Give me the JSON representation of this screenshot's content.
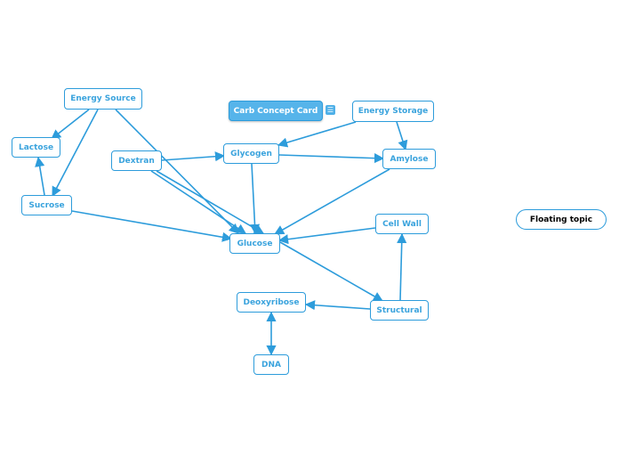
{
  "colors": {
    "edge": "#2d9cdb",
    "node_text": "#3aa3dd",
    "central_fill": "#56b4ea"
  },
  "central": {
    "label": "Carb Concept Card",
    "note_icon": "notes-icon"
  },
  "nodes": {
    "energy_source": "Energy Source",
    "energy_storage": "Energy Storage",
    "lactose": "Lactose",
    "sucrose": "Sucrose",
    "dextran": "Dextran",
    "glycogen": "Glycogen",
    "amylose": "Amylose",
    "glucose": "Glucose",
    "cell_wall": "Cell Wall",
    "structural": "Structural",
    "deoxyribose": "Deoxyribose",
    "dna": "DNA"
  },
  "floating": {
    "label": "Floating topic"
  },
  "edges": [
    {
      "from": "energy_source",
      "to": "lactose"
    },
    {
      "from": "energy_source",
      "to": "sucrose"
    },
    {
      "from": "energy_source",
      "to": "glucose"
    },
    {
      "from": "sucrose",
      "to": "lactose"
    },
    {
      "from": "sucrose",
      "to": "glucose"
    },
    {
      "from": "dextran",
      "to": "glycogen"
    },
    {
      "from": "dextran",
      "to": "glucose"
    },
    {
      "from": "dextran",
      "to": "glucose"
    },
    {
      "from": "energy_storage",
      "to": "glycogen"
    },
    {
      "from": "energy_storage",
      "to": "amylose"
    },
    {
      "from": "glycogen",
      "to": "amylose"
    },
    {
      "from": "glycogen",
      "to": "glucose"
    },
    {
      "from": "amylose",
      "to": "glucose"
    },
    {
      "from": "cell_wall",
      "to": "glucose"
    },
    {
      "from": "glucose",
      "to": "structural"
    },
    {
      "from": "structural",
      "to": "cell_wall"
    },
    {
      "from": "structural",
      "to": "deoxyribose"
    },
    {
      "from": "deoxyribose",
      "to": "dna",
      "bidirectional": true
    }
  ]
}
